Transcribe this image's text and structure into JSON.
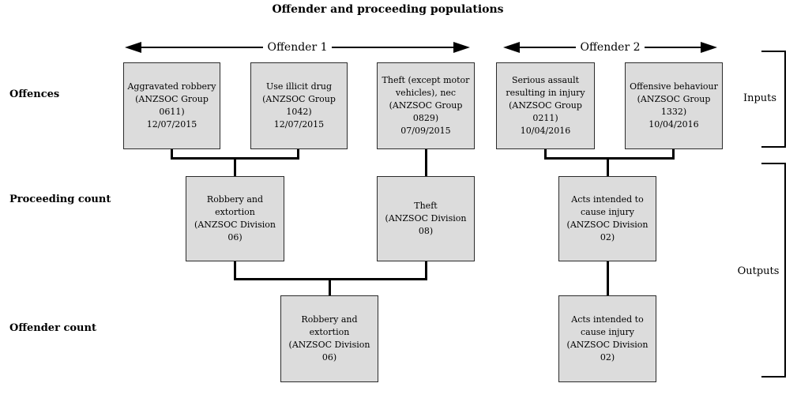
{
  "title": "Offender and proceeding populations",
  "arrows": {
    "offender1": "Offender 1",
    "offender2": "Offender 2"
  },
  "row_labels": {
    "offences": "Offences",
    "proceeding_count": "Proceeding count",
    "offender_count": "Offender count"
  },
  "side_labels": {
    "inputs": "Inputs",
    "outputs": "Outputs"
  },
  "boxes": {
    "offence_aggravated_robbery": "Aggravated robbery\n(ANZSOC Group\n0611)\n12/07/2015",
    "offence_use_illicit_drug": "Use illicit drug\n(ANZSOC Group\n1042)\n12/07/2015",
    "offence_theft_nec": "Theft (except motor\nvehicles), nec\n(ANZSOC Group\n0829)\n07/09/2015",
    "offence_serious_assault": "Serious assault\nresulting in injury\n(ANZSOC Group\n0211)\n10/04/2016",
    "offence_offensive_behaviour": "Offensive behaviour\n(ANZSOC Group\n1332)\n10/04/2016",
    "proceeding_robbery_extortion": "Robbery and\nextortion\n(ANZSOC Division\n06)",
    "proceeding_theft": "Theft\n(ANZSOC Division\n08)",
    "proceeding_acts_injury": "Acts intended to\ncause injury\n(ANZSOC Division\n02)",
    "offender_robbery_extortion": "Robbery and\nextortion\n(ANZSOC Division\n06)",
    "offender_acts_injury": "Acts intended to\ncause injury\n(ANZSOC Division\n02)"
  },
  "colors": {
    "box_fill": "#dcdcdc",
    "box_border": "#2b2b2b",
    "line": "#000000"
  }
}
